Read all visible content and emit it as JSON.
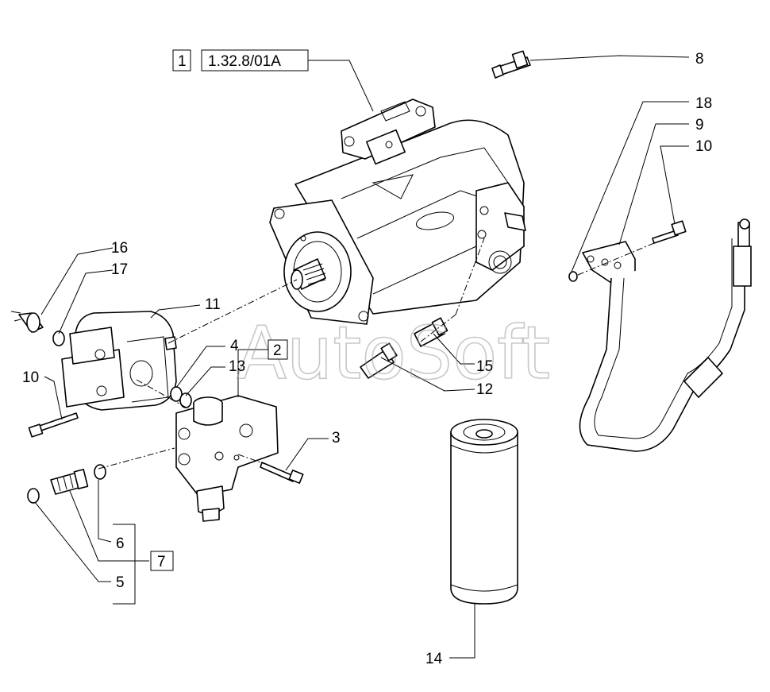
{
  "watermark": "AutoSoft",
  "ref_box": {
    "index": "1",
    "code": "1.32.8/01A"
  },
  "callouts": {
    "c1": "1",
    "c2": "2",
    "c3": "3",
    "c4": "4",
    "c5": "5",
    "c6": "6",
    "c7": "7",
    "c8": "8",
    "c9": "9",
    "c10a": "10",
    "c10b": "10",
    "c11": "11",
    "c12": "12",
    "c13": "13",
    "c14": "14",
    "c15": "15",
    "c16": "16",
    "c17": "17",
    "c18": "18"
  }
}
